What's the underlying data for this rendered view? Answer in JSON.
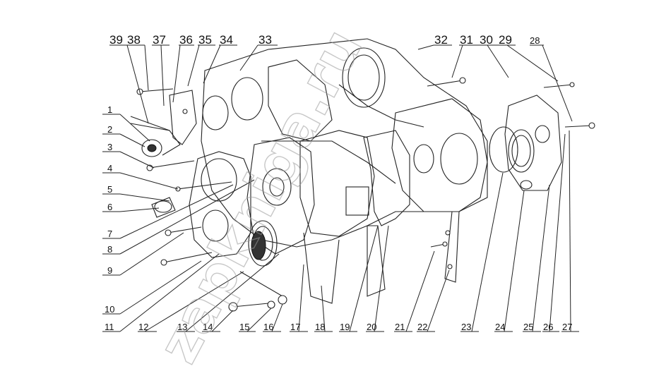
{
  "watermark": "zapkniga.ru",
  "callouts": [
    "1",
    "2",
    "3",
    "4",
    "5",
    "6",
    "7",
    "8",
    "9",
    "10",
    "11",
    "12",
    "13",
    "14",
    "15",
    "16",
    "17",
    "18",
    "19",
    "20",
    "21",
    "22",
    "23",
    "24",
    "25",
    "26",
    "27",
    "28",
    "29",
    "30",
    "31",
    "32",
    "33",
    "34",
    "35",
    "36",
    "37",
    "38",
    "39"
  ]
}
